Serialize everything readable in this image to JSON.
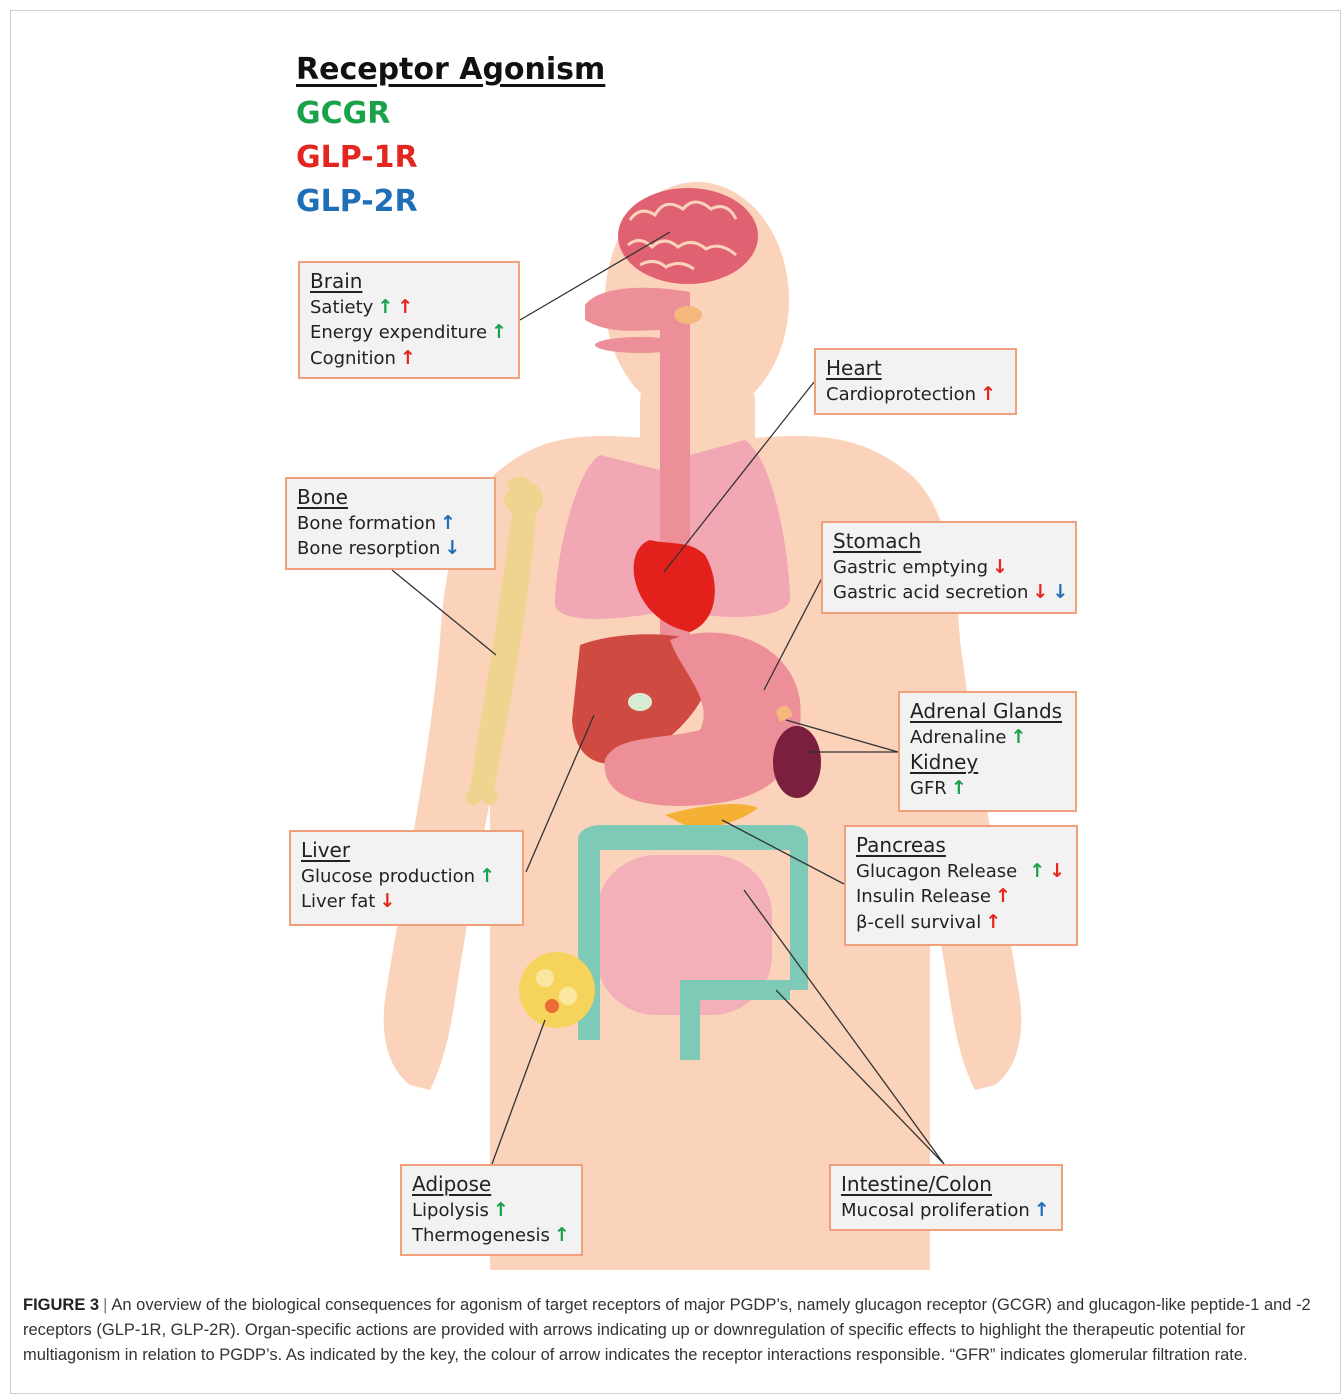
{
  "legend": {
    "title": "Receptor Agonism",
    "items": [
      {
        "label": "GCGR",
        "color": "#1aa14a"
      },
      {
        "label": "GLP-1R",
        "color": "#e3261f"
      },
      {
        "label": "GLP-2R",
        "color": "#1f6fb8"
      }
    ]
  },
  "arrow_colors": {
    "GCGR": "#1aa14a",
    "GLP-1R": "#e3261f",
    "GLP-2R": "#1f6fb8"
  },
  "boxes": {
    "brain": {
      "heading": "Brain",
      "rows": [
        {
          "text": "Satiety",
          "arrows": [
            {
              "dir": "up",
              "receptor": "GCGR"
            },
            {
              "dir": "up",
              "receptor": "GLP-1R"
            }
          ]
        },
        {
          "text": "Energy expenditure",
          "arrows": [
            {
              "dir": "up",
              "receptor": "GCGR"
            }
          ]
        },
        {
          "text": "Cognition",
          "arrows": [
            {
              "dir": "up",
              "receptor": "GLP-1R"
            }
          ]
        }
      ]
    },
    "heart": {
      "heading": "Heart",
      "rows": [
        {
          "text": "Cardioprotection",
          "arrows": [
            {
              "dir": "up",
              "receptor": "GLP-1R"
            }
          ]
        }
      ]
    },
    "bone": {
      "heading": "Bone",
      "rows": [
        {
          "text": "Bone formation",
          "arrows": [
            {
              "dir": "up",
              "receptor": "GLP-2R"
            }
          ]
        },
        {
          "text": "Bone resorption",
          "arrows": [
            {
              "dir": "down",
              "receptor": "GLP-2R"
            }
          ]
        }
      ]
    },
    "stomach": {
      "heading": "Stomach",
      "rows": [
        {
          "text": "Gastric emptying",
          "arrows": [
            {
              "dir": "down",
              "receptor": "GLP-1R"
            }
          ]
        },
        {
          "text": "Gastric acid secretion",
          "arrows": [
            {
              "dir": "down",
              "receptor": "GLP-1R"
            },
            {
              "dir": "down",
              "receptor": "GLP-2R"
            }
          ]
        }
      ]
    },
    "adrenal": {
      "heading": "Adrenal Glands",
      "rows": [
        {
          "text": "Adrenaline",
          "arrows": [
            {
              "dir": "up",
              "receptor": "GCGR"
            }
          ]
        }
      ],
      "heading2": "Kidney",
      "rows2": [
        {
          "text": "GFR",
          "arrows": [
            {
              "dir": "up",
              "receptor": "GCGR"
            }
          ]
        }
      ]
    },
    "liver": {
      "heading": "Liver",
      "rows": [
        {
          "text": "Glucose production",
          "arrows": [
            {
              "dir": "up",
              "receptor": "GCGR"
            }
          ]
        },
        {
          "text": "Liver fat",
          "arrows": [
            {
              "dir": "down",
              "receptor": "GLP-1R"
            }
          ]
        }
      ]
    },
    "pancreas": {
      "heading": "Pancreas",
      "rows": [
        {
          "text": "Glucagon Release",
          "arrows": [
            {
              "dir": "up",
              "receptor": "GCGR"
            },
            {
              "dir": "down",
              "receptor": "GLP-1R"
            }
          ]
        },
        {
          "text": "Insulin Release",
          "arrows": [
            {
              "dir": "up",
              "receptor": "GLP-1R"
            }
          ]
        },
        {
          "text": "β-cell survival",
          "arrows": [
            {
              "dir": "up",
              "receptor": "GLP-1R"
            }
          ]
        }
      ]
    },
    "adipose": {
      "heading": "Adipose",
      "rows": [
        {
          "text": "Lipolysis",
          "arrows": [
            {
              "dir": "up",
              "receptor": "GCGR"
            }
          ]
        },
        {
          "text": "Thermogenesis",
          "arrows": [
            {
              "dir": "up",
              "receptor": "GCGR"
            }
          ]
        }
      ]
    },
    "intestine": {
      "heading": "Intestine/Colon",
      "rows": [
        {
          "text": "Mucosal proliferation",
          "arrows": [
            {
              "dir": "up",
              "receptor": "GLP-2R"
            }
          ]
        }
      ]
    }
  },
  "caption": {
    "label": "FIGURE 3",
    "separator": "|",
    "text": "An overview of the biological consequences for agonism of target receptors of major PGDP’s, namely glucagon receptor (GCGR) and glucagon-like peptide-1 and -2 receptors (GLP-1R, GLP-2R). Organ-specific actions are provided with arrows indicating up or downregulation of specific effects to highlight the therapeutic potential for multiagonism in relation to PGDP’s. As indicated by the key, the colour of arrow indicates the receptor interactions responsible. “GFR” indicates glomerular filtration rate."
  }
}
